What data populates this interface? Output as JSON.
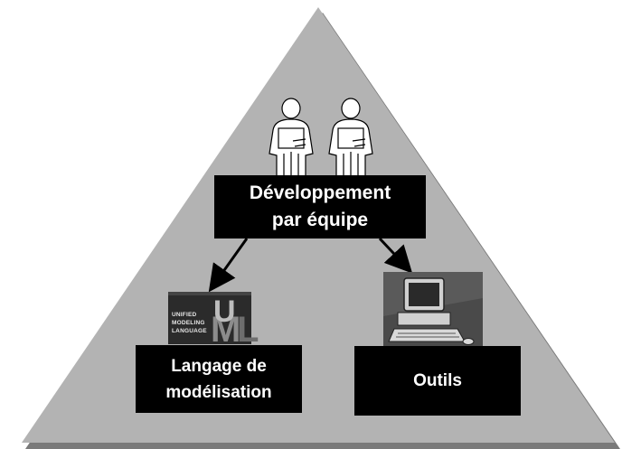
{
  "nodes": {
    "team": {
      "line1": "Développement",
      "line2": "par équipe"
    },
    "language": {
      "line1": "Langage de",
      "line2": "modélisation"
    },
    "tools": {
      "label": "Outils"
    }
  },
  "uml_logo": {
    "line1": "UNIFIED",
    "line2": "MODELING",
    "line3": "LANGUAGE",
    "mark": "UML"
  },
  "colors": {
    "pyramid_fill": "#b3b3b3",
    "pyramid_shadow": "#7a7a7a",
    "box_fill": "#000000",
    "box_text": "#ffffff",
    "arrow": "#000000"
  },
  "icons": [
    "person-icon",
    "person-icon",
    "uml-logo-icon",
    "computer-icon"
  ]
}
